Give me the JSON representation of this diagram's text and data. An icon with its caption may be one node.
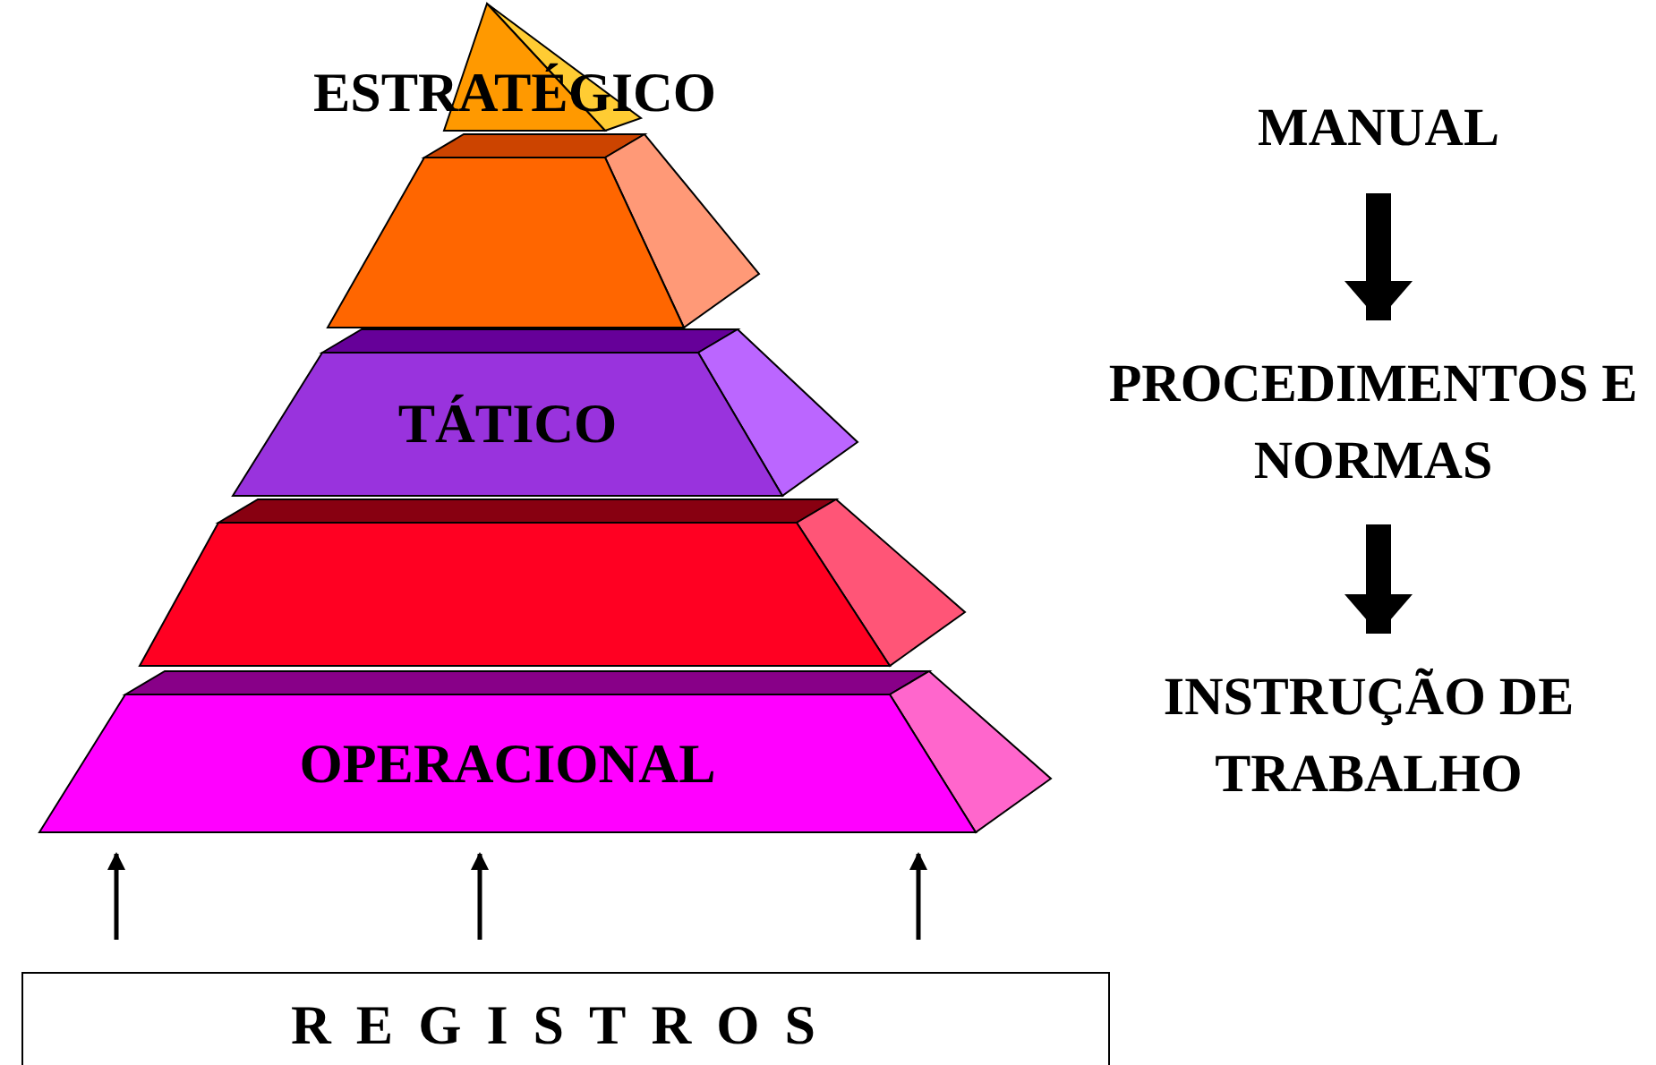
{
  "diagram": {
    "nodes": [
      {
        "text": [
          "ESTRATÉGICO"
        ]
      },
      {
        "text": [],
        "shape": "trapezoid"
      },
      {
        "text": [
          "TÁTICO"
        ]
      },
      {
        "text": [],
        "shape": "trapezoid"
      },
      {
        "text": [
          "OPERACIONAL"
        ]
      },
      {
        "text": [
          "REGISTROS"
        ]
      },
      {
        "text": [
          "MANUAL"
        ]
      },
      {
        "text": [
          "PROCEDIMENTOS E NORMAS"
        ]
      },
      {
        "text": [
          "INSTRUÇÃO DE TRABALHO"
        ]
      }
    ],
    "edges": [
      {
        "from": 5,
        "to": 4,
        "arrow": "to"
      },
      {
        "from": 5,
        "to": 4,
        "arrow": "to"
      },
      {
        "from": 5,
        "to": 4,
        "arrow": "to"
      },
      {
        "from": 6,
        "to": 7,
        "arrow": "to",
        "style": "thick"
      },
      {
        "from": 7,
        "to": 8,
        "arrow": "to",
        "style": "thick"
      }
    ]
  }
}
